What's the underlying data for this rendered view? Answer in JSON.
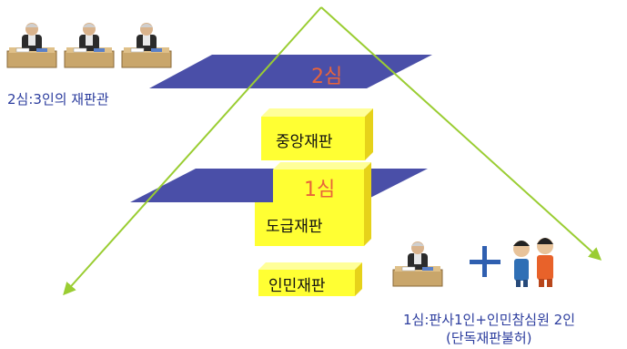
{
  "diagram": {
    "levels": [
      {
        "id": "second",
        "label": "2심"
      },
      {
        "id": "first",
        "label": "1심"
      }
    ],
    "courts": [
      {
        "id": "central",
        "label": "중앙재판"
      },
      {
        "id": "district",
        "label": "도급재판"
      },
      {
        "id": "peoples",
        "label": "인민재판"
      }
    ],
    "second_instance_caption": "2심:3인의 재판관",
    "first_instance_caption_line1": "1심:판사1인+인민참심원 2인",
    "first_instance_caption_line2": "(단독재판불허)",
    "plus_symbol": "+",
    "colors": {
      "plane": "#4a4fa8",
      "level_text": "#e8643a",
      "caption_text": "#2c3d9e",
      "box_front": "#ffff33",
      "box_top": "#ffff99",
      "box_side": "#e6d21a",
      "arrow": "#9acd32",
      "plus": "#2f5fb0"
    },
    "icons": {
      "judge": "judge-at-bench-icon",
      "assessor_blue": "blue-person-icon",
      "assessor_orange": "orange-person-icon"
    }
  }
}
